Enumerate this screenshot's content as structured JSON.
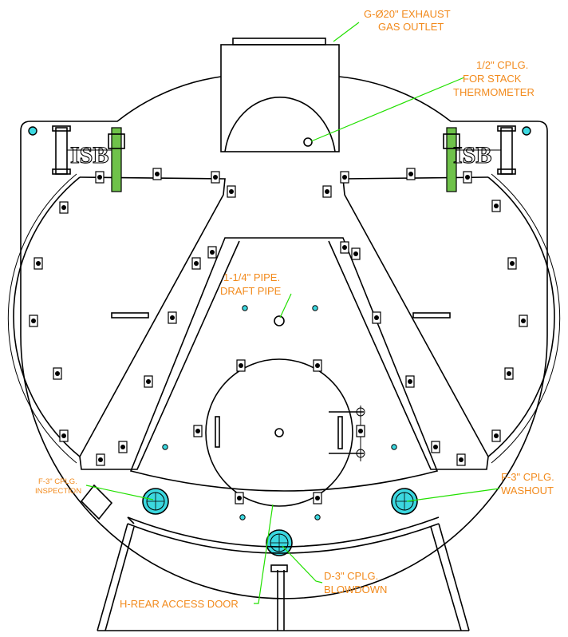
{
  "logo": {
    "left_text": "ISB",
    "right_text": "ISB"
  },
  "labels": {
    "exhaust_line1": "G-Ø20\" EXHAUST",
    "exhaust_line2": "GAS OUTLET",
    "thermo_line1": "1/2\" CPLG.",
    "thermo_line2": "FOR STACK",
    "thermo_line3": "THERMOMETER",
    "draft_line1": "1-1/4\" PIPE.",
    "draft_line2": "DRAFT PIPE",
    "inspection_line1": "F-3\" CPLG.",
    "inspection_line2": "INSPECTION",
    "washout_line1": "F-3\" CPLG.",
    "washout_line2": "WASHOUT",
    "blowdown_line1": "D-3\" CPLG.",
    "blowdown_line2": "BLOWDOWN",
    "access_door": "H-REAR ACCESS DOOR"
  },
  "colors": {
    "label": "#f28a1c",
    "leader": "#22e000",
    "port_fill": "#3cd8e0",
    "line": "#000000"
  }
}
